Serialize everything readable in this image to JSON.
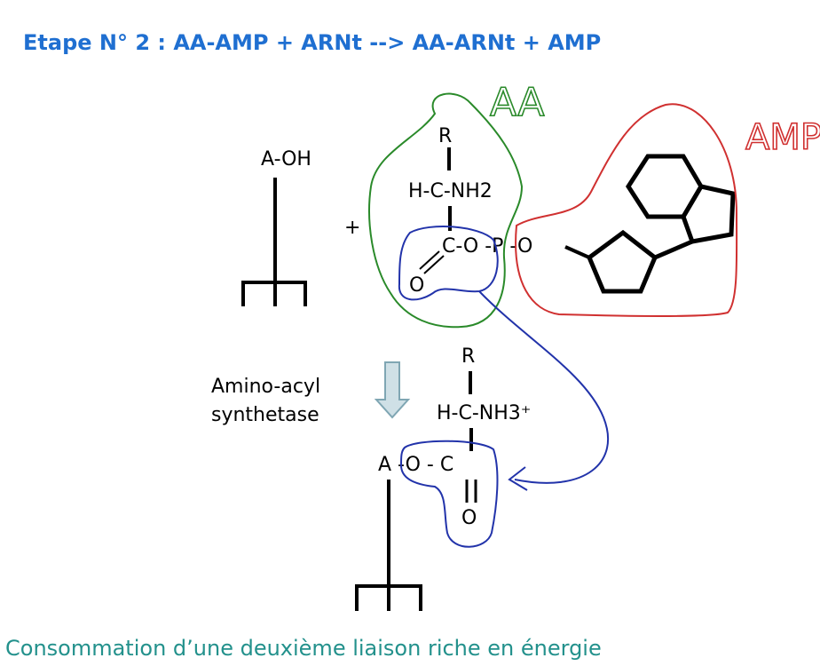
{
  "title": "Etape N° 2 : AA-AMP + ARNt --> AA-ARNt + AMP",
  "footer": "Consommation d’une deuxième liaison riche en énergie",
  "labels": {
    "aa": "AA",
    "amp": "AMP",
    "enzyme_line1": "Amino-acyl",
    "enzyme_line2": "synthetase",
    "plus": "+"
  },
  "top_molecule": {
    "trna_end": "A-OH",
    "r": "R",
    "hcnh2": "H-C-NH2",
    "coo_p": "C-O -P -O",
    "o": "O"
  },
  "bottom_molecule": {
    "r": "R",
    "hcnh3": "H-C-NH3⁺",
    "ao": "A -O - C",
    "o": "O"
  },
  "colors": {
    "title": "#1f6fd1",
    "footer": "#23918c",
    "aa_outline": "#2a8a2a",
    "amp_outline": "#d03030",
    "blue_outline": "#2233aa",
    "arrow_fill": "#cfe0e6",
    "arrow_stroke": "#7fa6b3"
  }
}
